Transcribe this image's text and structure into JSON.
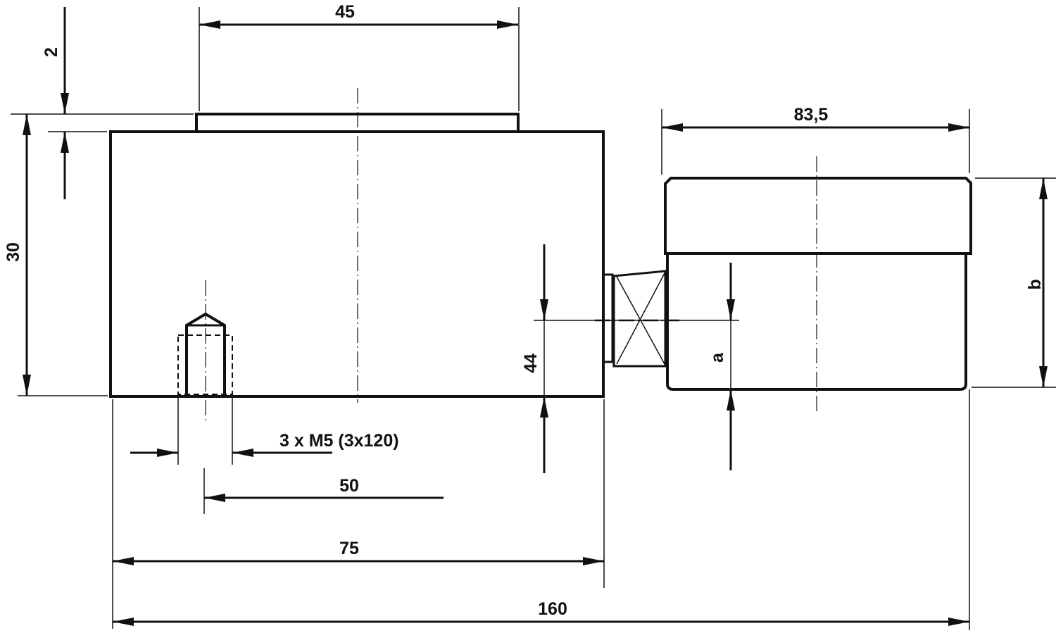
{
  "dimensions": {
    "top_plate_width": "45",
    "top_plate_height": "2",
    "body_height": "30",
    "housing_width": "83,5",
    "housing_height": "b",
    "connector_height": "44",
    "housing_axis_height": "a",
    "thread_spec": "3 x M5 (3x120)",
    "hole_offset": "50",
    "body_width": "75",
    "overall_length": "160"
  },
  "colors": {
    "line": "#111111",
    "background": "#ffffff"
  }
}
